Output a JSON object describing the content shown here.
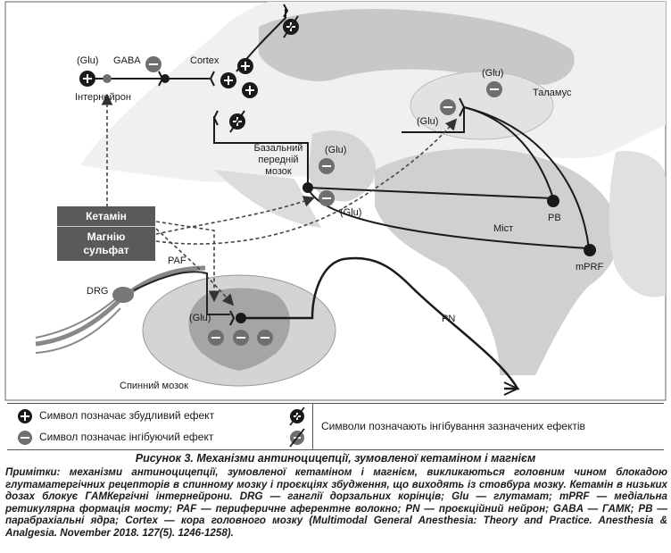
{
  "labels": {
    "glu_top_left": "(Glu)",
    "gaba": "GABA",
    "cortex": "Cortex",
    "interneuron": "Інтернейрон",
    "glu_thalamus_top": "(Glu)",
    "thalamus": "Таламус",
    "glu_thalamus_left": "(Glu)",
    "basal_forebrain": [
      "Базальний",
      "передній",
      "мозок"
    ],
    "glu_basal": "(Glu)",
    "glu_basal_lower": "(Glu)",
    "pb": "PB",
    "pons": "Міст",
    "mprf": "mPRF",
    "paf": "PAF",
    "drg": "DRG",
    "glu_spinal": "(Glu)",
    "pn": "PN",
    "spinal_cord": "Спинний мозок"
  },
  "drugs": {
    "ketamine": "Кетамін",
    "magnesium": [
      "Магнію",
      "сульфат"
    ]
  },
  "legend": {
    "excitatory": "Символ позначає збудливий ефект",
    "inhibitory": "Символ позначає інгібуючий ефект",
    "blocked": "Символи позначають інгібування зазначених ефектів"
  },
  "caption": "Рисунок 3. Механізми антиноцицепції, зумовленої кетаміном і магнієм",
  "notes": "Примітки: механізми антиноцицепції, зумовленої кетаміном і магнієм, викликаються головним чином блока­дою глутаматергічних рецепторів в спинному мозку і проєкціях збудження, що виходять із стовбура мозку. Кетамін в низьких дозах блокує ГАМКергічні інтернейрони. DRG — ганглії дорзальних корінців; Glu — глу­тамат; mPRF — медіальна ретикулярна формація мосту; PAF — периферичне аферентне волокно; PN — проєкційний нейрон; GABA — ГАМК; PB — парабрахіальні ядра; Cortex — кора головного мозку (Multimodal General Anesthesia: Theory and Practice. Anesthesia & Analgesia. November 2018. 127(5). 1246-1258).",
  "colors": {
    "brain_light": "#ececec",
    "brain_mid": "#cfcfcf",
    "brain_dark": "#a8a8a8",
    "symbol_fill": "#1a1a1a",
    "inhibit_fill": "#6f6f6f",
    "box_fill": "#5a5a5a"
  }
}
